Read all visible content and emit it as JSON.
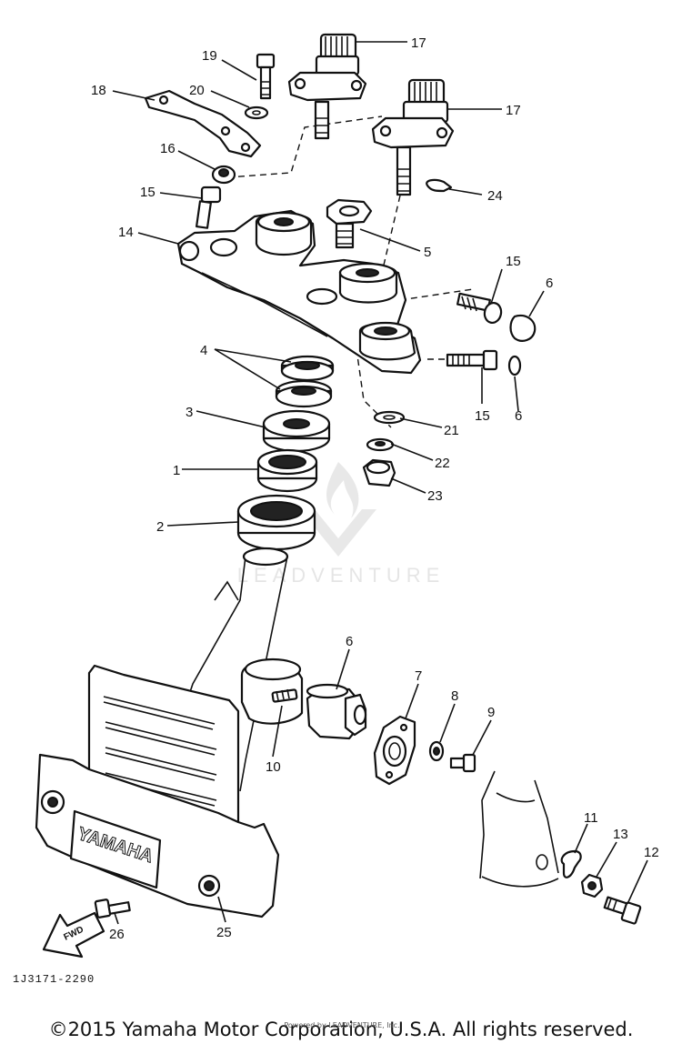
{
  "diagram": {
    "callouts": {
      "c1": "1",
      "c2": "2",
      "c3": "3",
      "c4": "4",
      "c5": "5",
      "c6a": "6",
      "c6b": "6",
      "c6c": "6",
      "c7": "7",
      "c8": "8",
      "c9": "9",
      "c10": "10",
      "c11": "11",
      "c12": "12",
      "c13": "13",
      "c14": "14",
      "c15a": "15",
      "c15b": "15",
      "c15c": "15",
      "c16": "16",
      "c17a": "17",
      "c17b": "17",
      "c18": "18",
      "c19": "19",
      "c20": "20",
      "c21": "21",
      "c22": "22",
      "c23": "23",
      "c24": "24",
      "c25": "25",
      "c26": "26"
    },
    "reference_code": "1J3171-2290",
    "emblem_text": "YAMAHA",
    "arrow_label": "FWD",
    "watermark": "LEADVENTURE",
    "copyright": "©2015 Yamaha Motor Corporation, U.S.A. All rights reserved.",
    "overlay_text": "Powered by LEADVENTURE, Inc."
  }
}
